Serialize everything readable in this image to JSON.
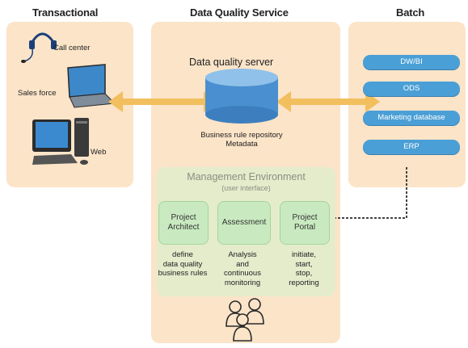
{
  "columns": {
    "transactional": "Transactional",
    "dq_service": "Data Quality Service",
    "batch": "Batch"
  },
  "transactional": {
    "call_center": "Call center",
    "sales_force": "Sales force",
    "web": "Web"
  },
  "server": {
    "title": "Data quality server",
    "repository_line1": "Business rule repository",
    "repository_line2": "Metadata"
  },
  "batch": {
    "items": [
      "DW/BI",
      "ODS",
      "Marketing database",
      "ERP"
    ]
  },
  "management": {
    "title": "Management Environment",
    "subtitle": "(user interface)",
    "modules": [
      {
        "name_line1": "Project",
        "name_line2": "Architect",
        "desc": [
          "define",
          "data quality",
          "business rules"
        ]
      },
      {
        "name_line1": "Assessment",
        "name_line2": "",
        "desc": [
          "Analysis",
          "and",
          "continuous",
          "monitoring"
        ]
      },
      {
        "name_line1": "Project",
        "name_line2": "Portal",
        "desc": [
          "initiate,",
          "start,",
          "stop,",
          "reporting"
        ]
      }
    ]
  },
  "colors": {
    "panel": "#fbe4c8",
    "arrow": "#f2bf5e",
    "cylinder": "#4a8fcf",
    "pill": "#4a9fd6",
    "management": "#e4eccc",
    "module_box": "#c9eac0"
  }
}
